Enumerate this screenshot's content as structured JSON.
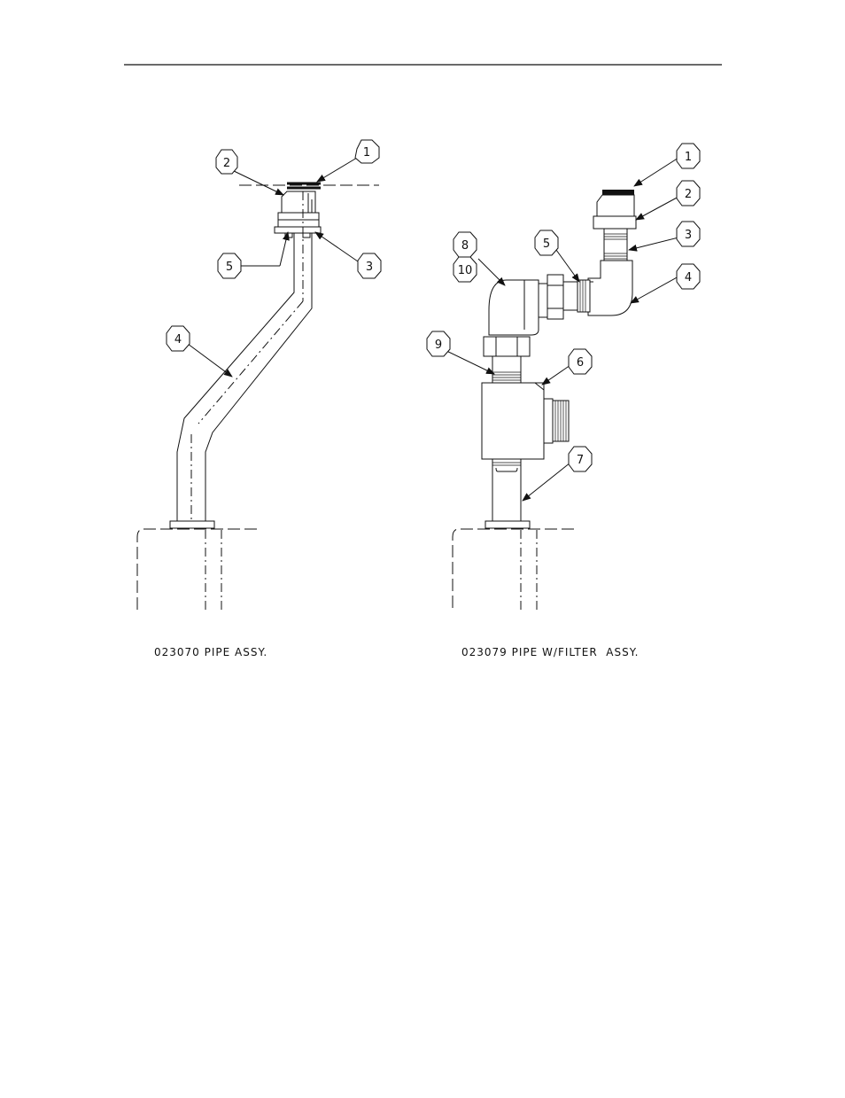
{
  "left_assembly": {
    "caption": "023070 PIPE ASSY.",
    "callouts": [
      "1",
      "2",
      "3",
      "4",
      "5"
    ]
  },
  "right_assembly": {
    "caption": "023079 PIPE W/FILTER  ASSY.",
    "callouts": [
      "1",
      "2",
      "3",
      "4",
      "5",
      "6",
      "7",
      "8",
      "9"
    ],
    "callout_8_extra": "10"
  }
}
